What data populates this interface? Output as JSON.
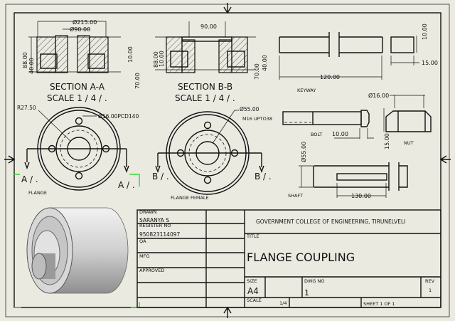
{
  "section_a": {
    "title": "SECTION A-A",
    "scale": "SCALE 1 / 4 / .",
    "dim_outer": "Ø215.00",
    "dim_inner": "Ø90.00",
    "dim_88": "88.00",
    "dim_40": "40.00",
    "dim_10": "10.00",
    "dim_70": "70.00"
  },
  "section_b": {
    "title": "SECTION B-B",
    "scale": "SCALE 1 / 4 / .",
    "dim_90": "90.00",
    "dim_88": "88.00",
    "dim_10": "10.00",
    "dim_70": "70.00",
    "dim_40": "40.00"
  },
  "flange": {
    "label": "FLANGE",
    "radius": "R27.50",
    "holes": "Ø16.00PCD140",
    "cut_left": "A / .",
    "cut_right": "A / ."
  },
  "flange_female": {
    "label": "FLANGE FEMALE",
    "bore": "Ø55.00",
    "thread": "M16 UPTO38",
    "cut_left": "B / .",
    "cut_right": "B / ."
  },
  "keyway": {
    "label": "KEYWAY",
    "length": "120.00",
    "height": "10.00",
    "width": "15.00"
  },
  "bolt": {
    "label": "BOLT",
    "head": "10.00"
  },
  "nut": {
    "label": "NUT",
    "dia": "Ø16.00",
    "height": "15.00"
  },
  "shaft": {
    "label": "SHAFT",
    "dia": "Ø55.00",
    "length": "130.00"
  },
  "title_block": {
    "drawn_label": "DRAWN",
    "drawn_value": "SARANYA S",
    "register_label": "REGISTER NO",
    "register_value": "950823114097",
    "qa_label": "QA",
    "mfg_label": "MFG",
    "approved_label": "APPROVED",
    "institution": "GOVERNMENT COLLEGE OF ENGINEERING, TIRUNELVELI",
    "title_label": "TITLE",
    "title_value": "FLANGE COUPLING",
    "size_label": "SIZE",
    "size_value": "A4",
    "dwg_label": "DWG NO",
    "dwg_value": "1",
    "rev_label": "REV",
    "rev_value": "1",
    "scale_label": "SCALE",
    "scale_value": "1/4",
    "sheet": "SHEET 1 OF 1"
  }
}
